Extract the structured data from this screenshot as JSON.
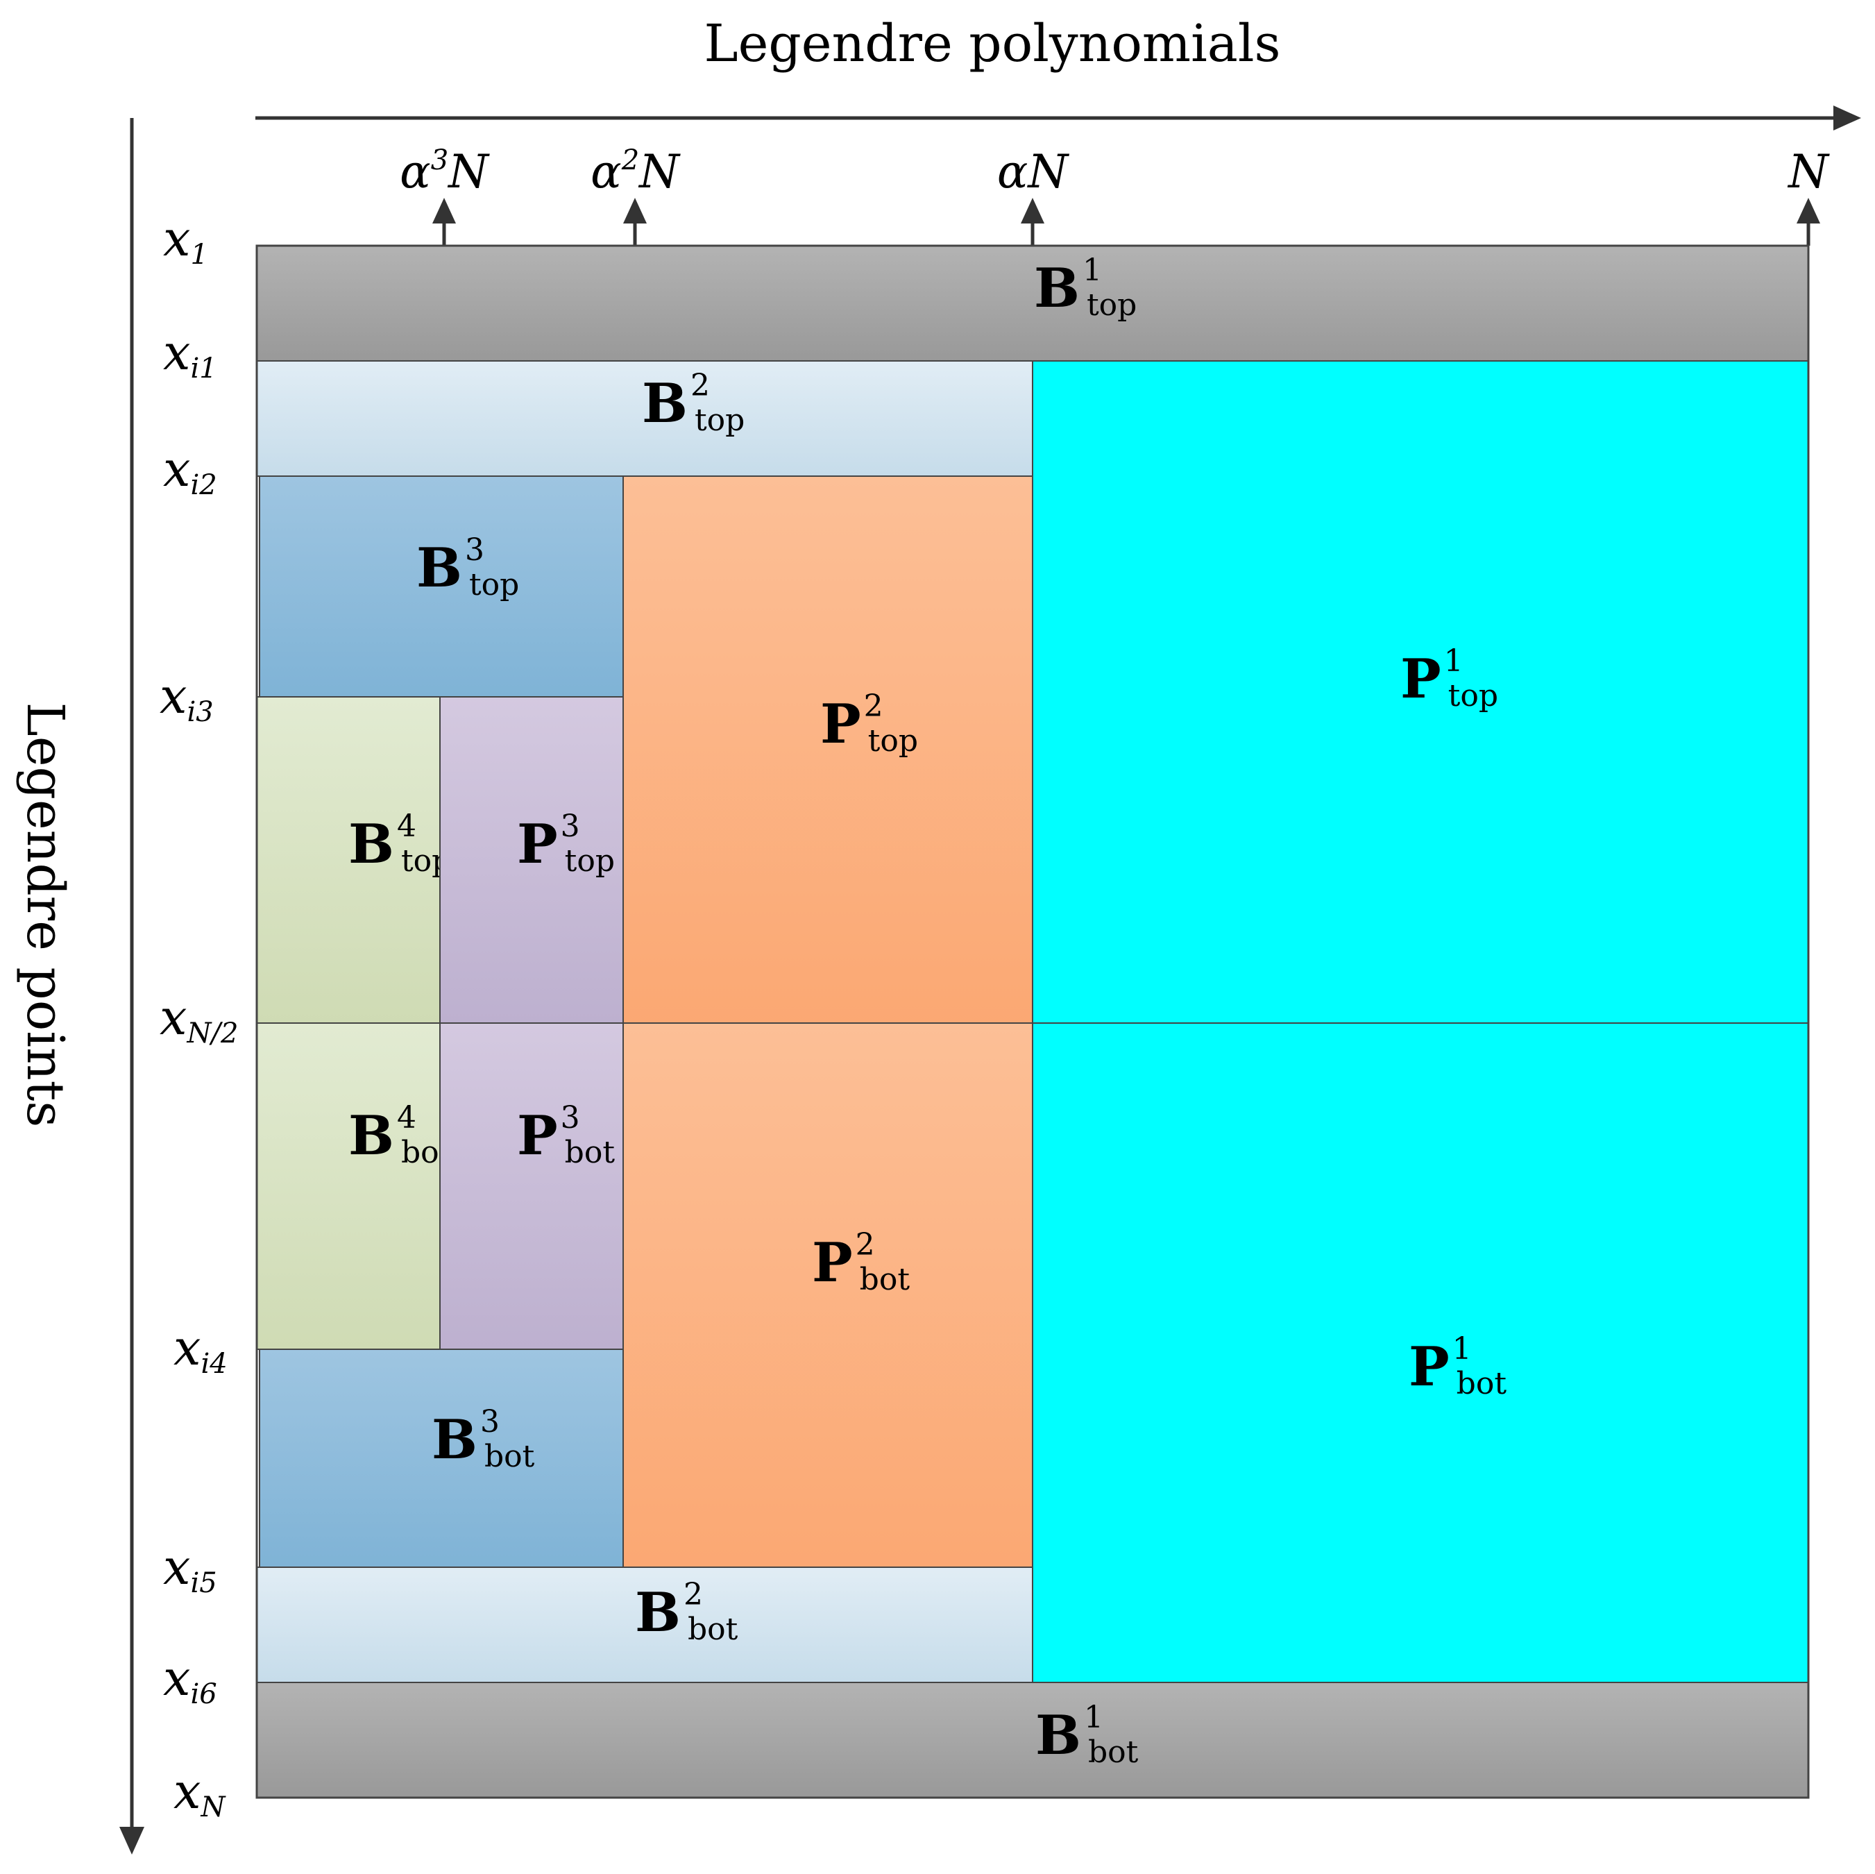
{
  "axes": {
    "x_title": "Legendre polynomials",
    "y_title": "Legendre points"
  },
  "x_ticks": [
    {
      "base": "α",
      "sup": "3",
      "suffix": "N"
    },
    {
      "base": "α",
      "sup": "2",
      "suffix": "N"
    },
    {
      "base": "α",
      "sup": "",
      "suffix": "N"
    },
    {
      "base": "N",
      "sup": "",
      "suffix": ""
    }
  ],
  "y_labels": [
    {
      "base": "x",
      "sub": "1"
    },
    {
      "base": "x",
      "sub": "i1"
    },
    {
      "base": "x",
      "sub": "i2"
    },
    {
      "base": "x",
      "sub": "i3"
    },
    {
      "base": "x",
      "sub": "N/2"
    },
    {
      "base": "x",
      "sub": "i4"
    },
    {
      "base": "x",
      "sub": "i5"
    },
    {
      "base": "x",
      "sub": "i6"
    },
    {
      "base": "x",
      "sub": "N"
    }
  ],
  "blocks": [
    {
      "id": "B1top",
      "letter": "B",
      "sup": "1",
      "sub": "top",
      "fill": "gray"
    },
    {
      "id": "B2top",
      "letter": "B",
      "sup": "2",
      "sub": "top",
      "fill": "lightblue"
    },
    {
      "id": "B3top",
      "letter": "B",
      "sup": "3",
      "sub": "top",
      "fill": "blue"
    },
    {
      "id": "B4top",
      "letter": "B",
      "sup": "4",
      "sub": "top",
      "fill": "green"
    },
    {
      "id": "P3top",
      "letter": "P",
      "sup": "3",
      "sub": "top",
      "fill": "purple"
    },
    {
      "id": "P2top",
      "letter": "P",
      "sup": "2",
      "sub": "top",
      "fill": "orange"
    },
    {
      "id": "P1top",
      "letter": "P",
      "sup": "1",
      "sub": "top",
      "fill": "cyan"
    },
    {
      "id": "B4bot",
      "letter": "B",
      "sup": "4",
      "sub": "bot",
      "fill": "green"
    },
    {
      "id": "P3bot",
      "letter": "P",
      "sup": "3",
      "sub": "bot",
      "fill": "purple"
    },
    {
      "id": "P2bot",
      "letter": "P",
      "sup": "2",
      "sub": "bot",
      "fill": "orange"
    },
    {
      "id": "P1bot",
      "letter": "P",
      "sup": "1",
      "sub": "bot",
      "fill": "cyan"
    },
    {
      "id": "B3bot",
      "letter": "B",
      "sup": "3",
      "sub": "bot",
      "fill": "blue"
    },
    {
      "id": "B2bot",
      "letter": "B",
      "sup": "2",
      "sub": "bot",
      "fill": "lightblue"
    },
    {
      "id": "B1bot",
      "letter": "B",
      "sup": "1",
      "sub": "bot",
      "fill": "gray"
    }
  ],
  "colors": {
    "gray_top": "#b3b3b3",
    "gray_bottom": "#999999",
    "lightblue_top": "#e1edf5",
    "lightblue_bottom": "#c6dcea",
    "blue_top": "#9ec5e1",
    "blue_bottom": "#7fb3d6",
    "green_top": "#e2ebd2",
    "green_bottom": "#cfdbb4",
    "purple_top": "#d4c9e0",
    "purple_bottom": "#bdb0cf",
    "orange_top": "#fcbf96",
    "orange_bottom": "#fba873",
    "cyan": "#00ffff",
    "axis": "#333333",
    "border": "#444444"
  }
}
